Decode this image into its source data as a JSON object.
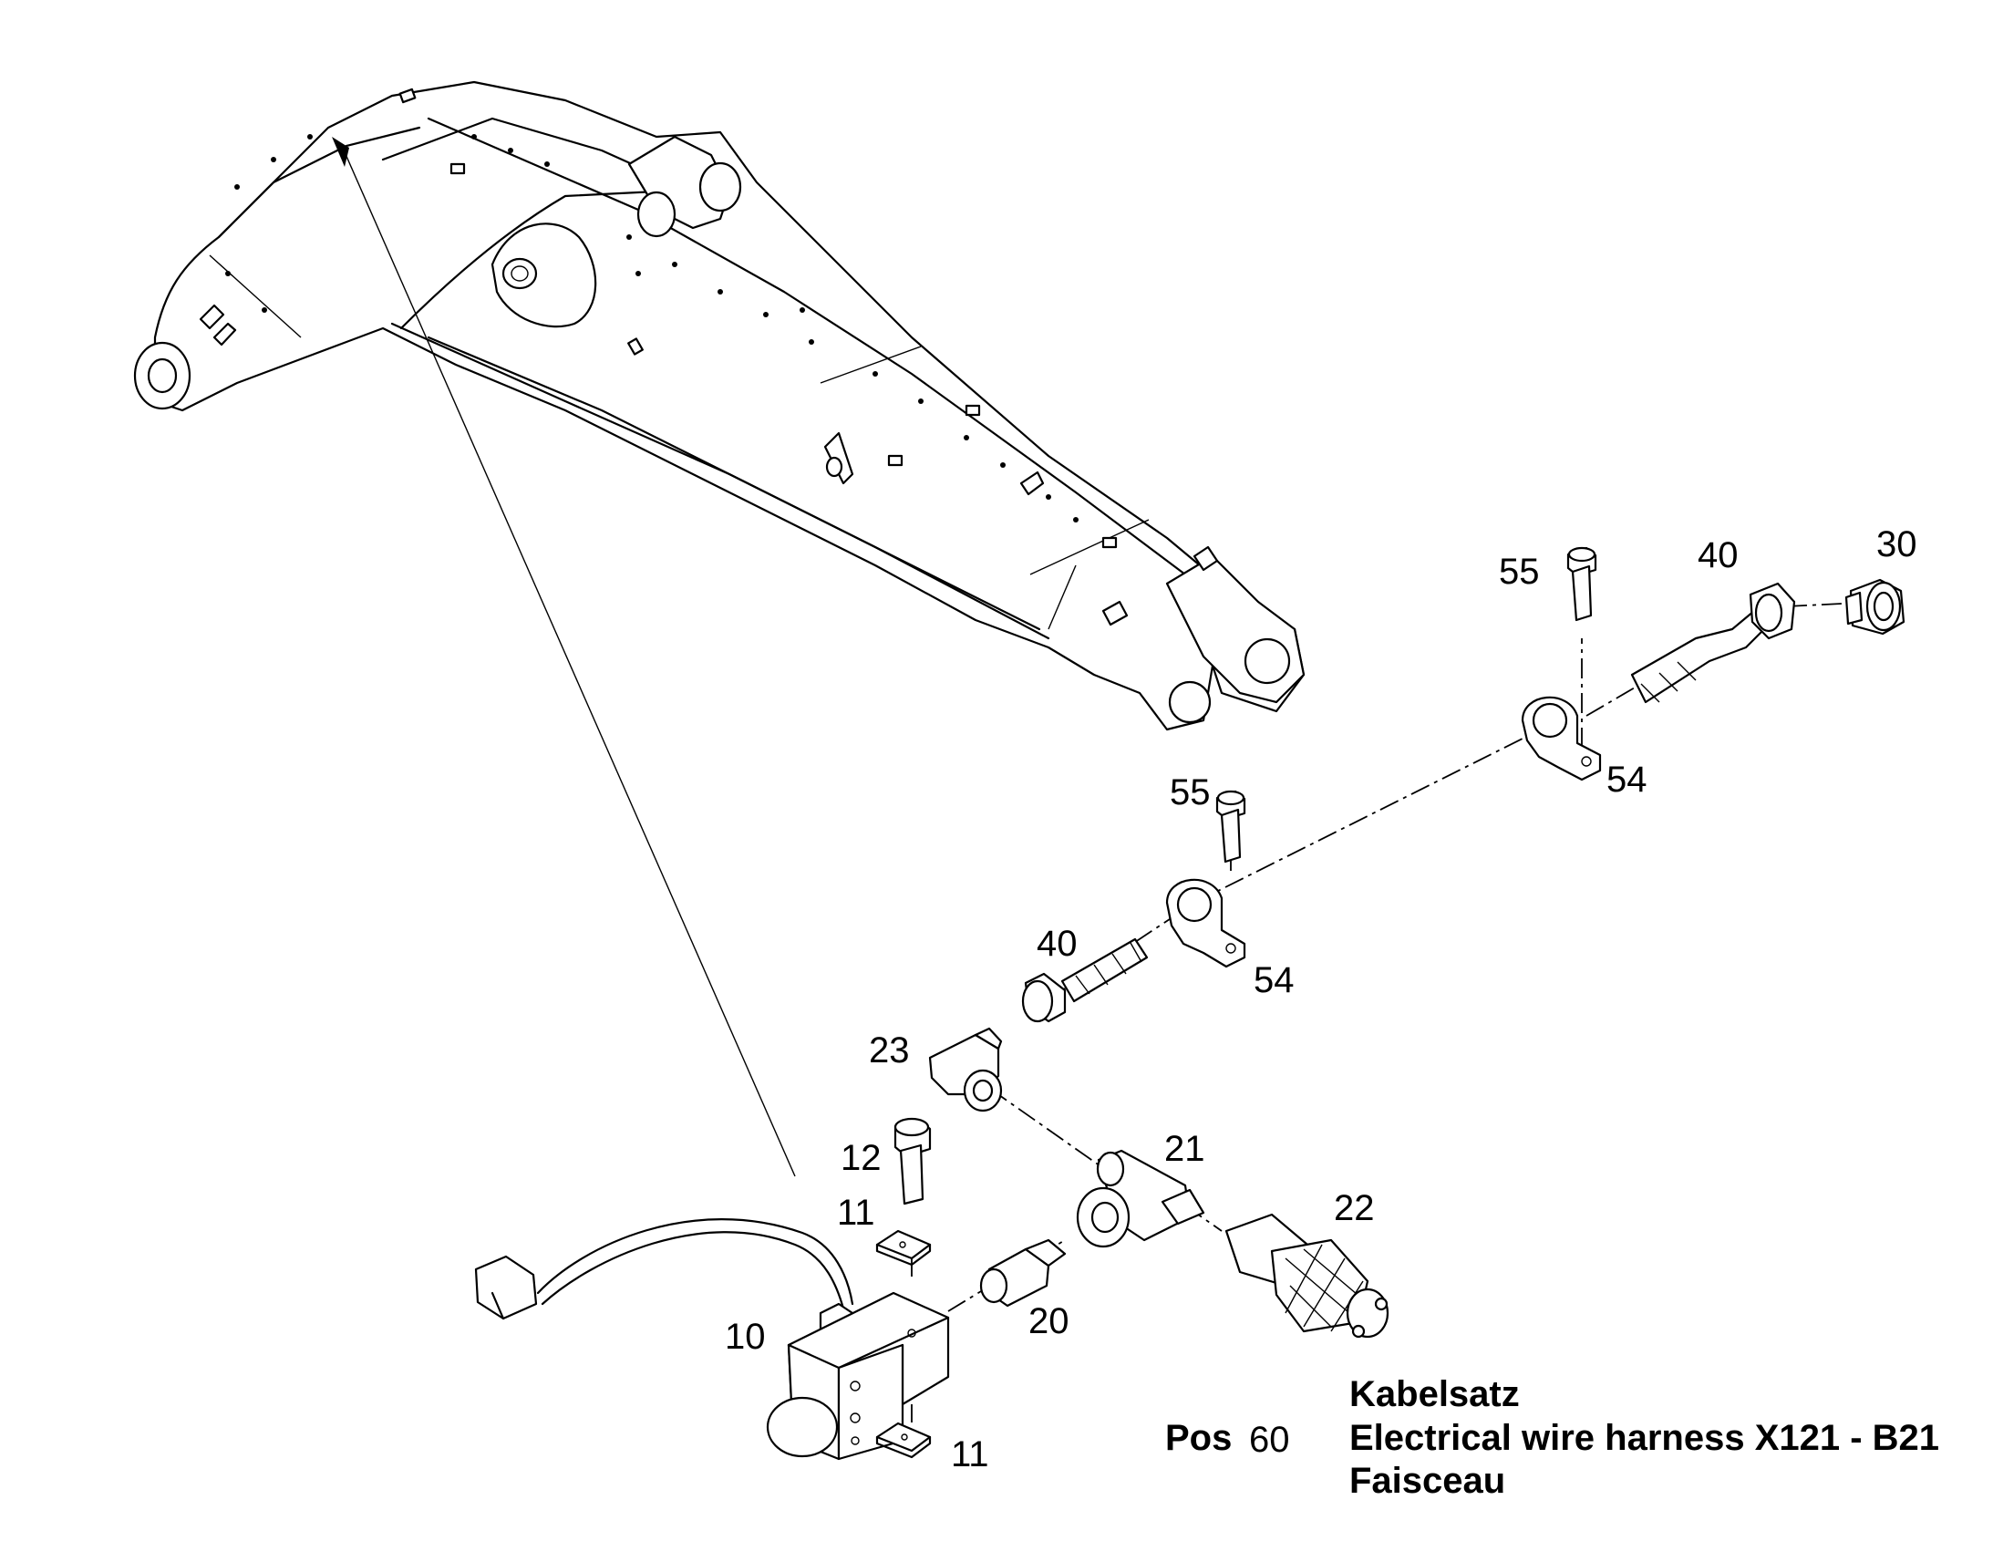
{
  "labels": {
    "p10": "10",
    "p11a": "11",
    "p11b": "11",
    "p12": "12",
    "p20": "20",
    "p21": "21",
    "p22": "22",
    "p23": "23",
    "p30": "30",
    "p40a": "40",
    "p40b": "40",
    "p54a": "54",
    "p54b": "54",
    "p55a": "55",
    "p55b": "55"
  },
  "caption": {
    "pos_label": "Pos",
    "pos_number": "60",
    "line1": "Kabelsatz",
    "line2": "Electrical wire harness X121 - B21",
    "line3": "Faisceau"
  }
}
